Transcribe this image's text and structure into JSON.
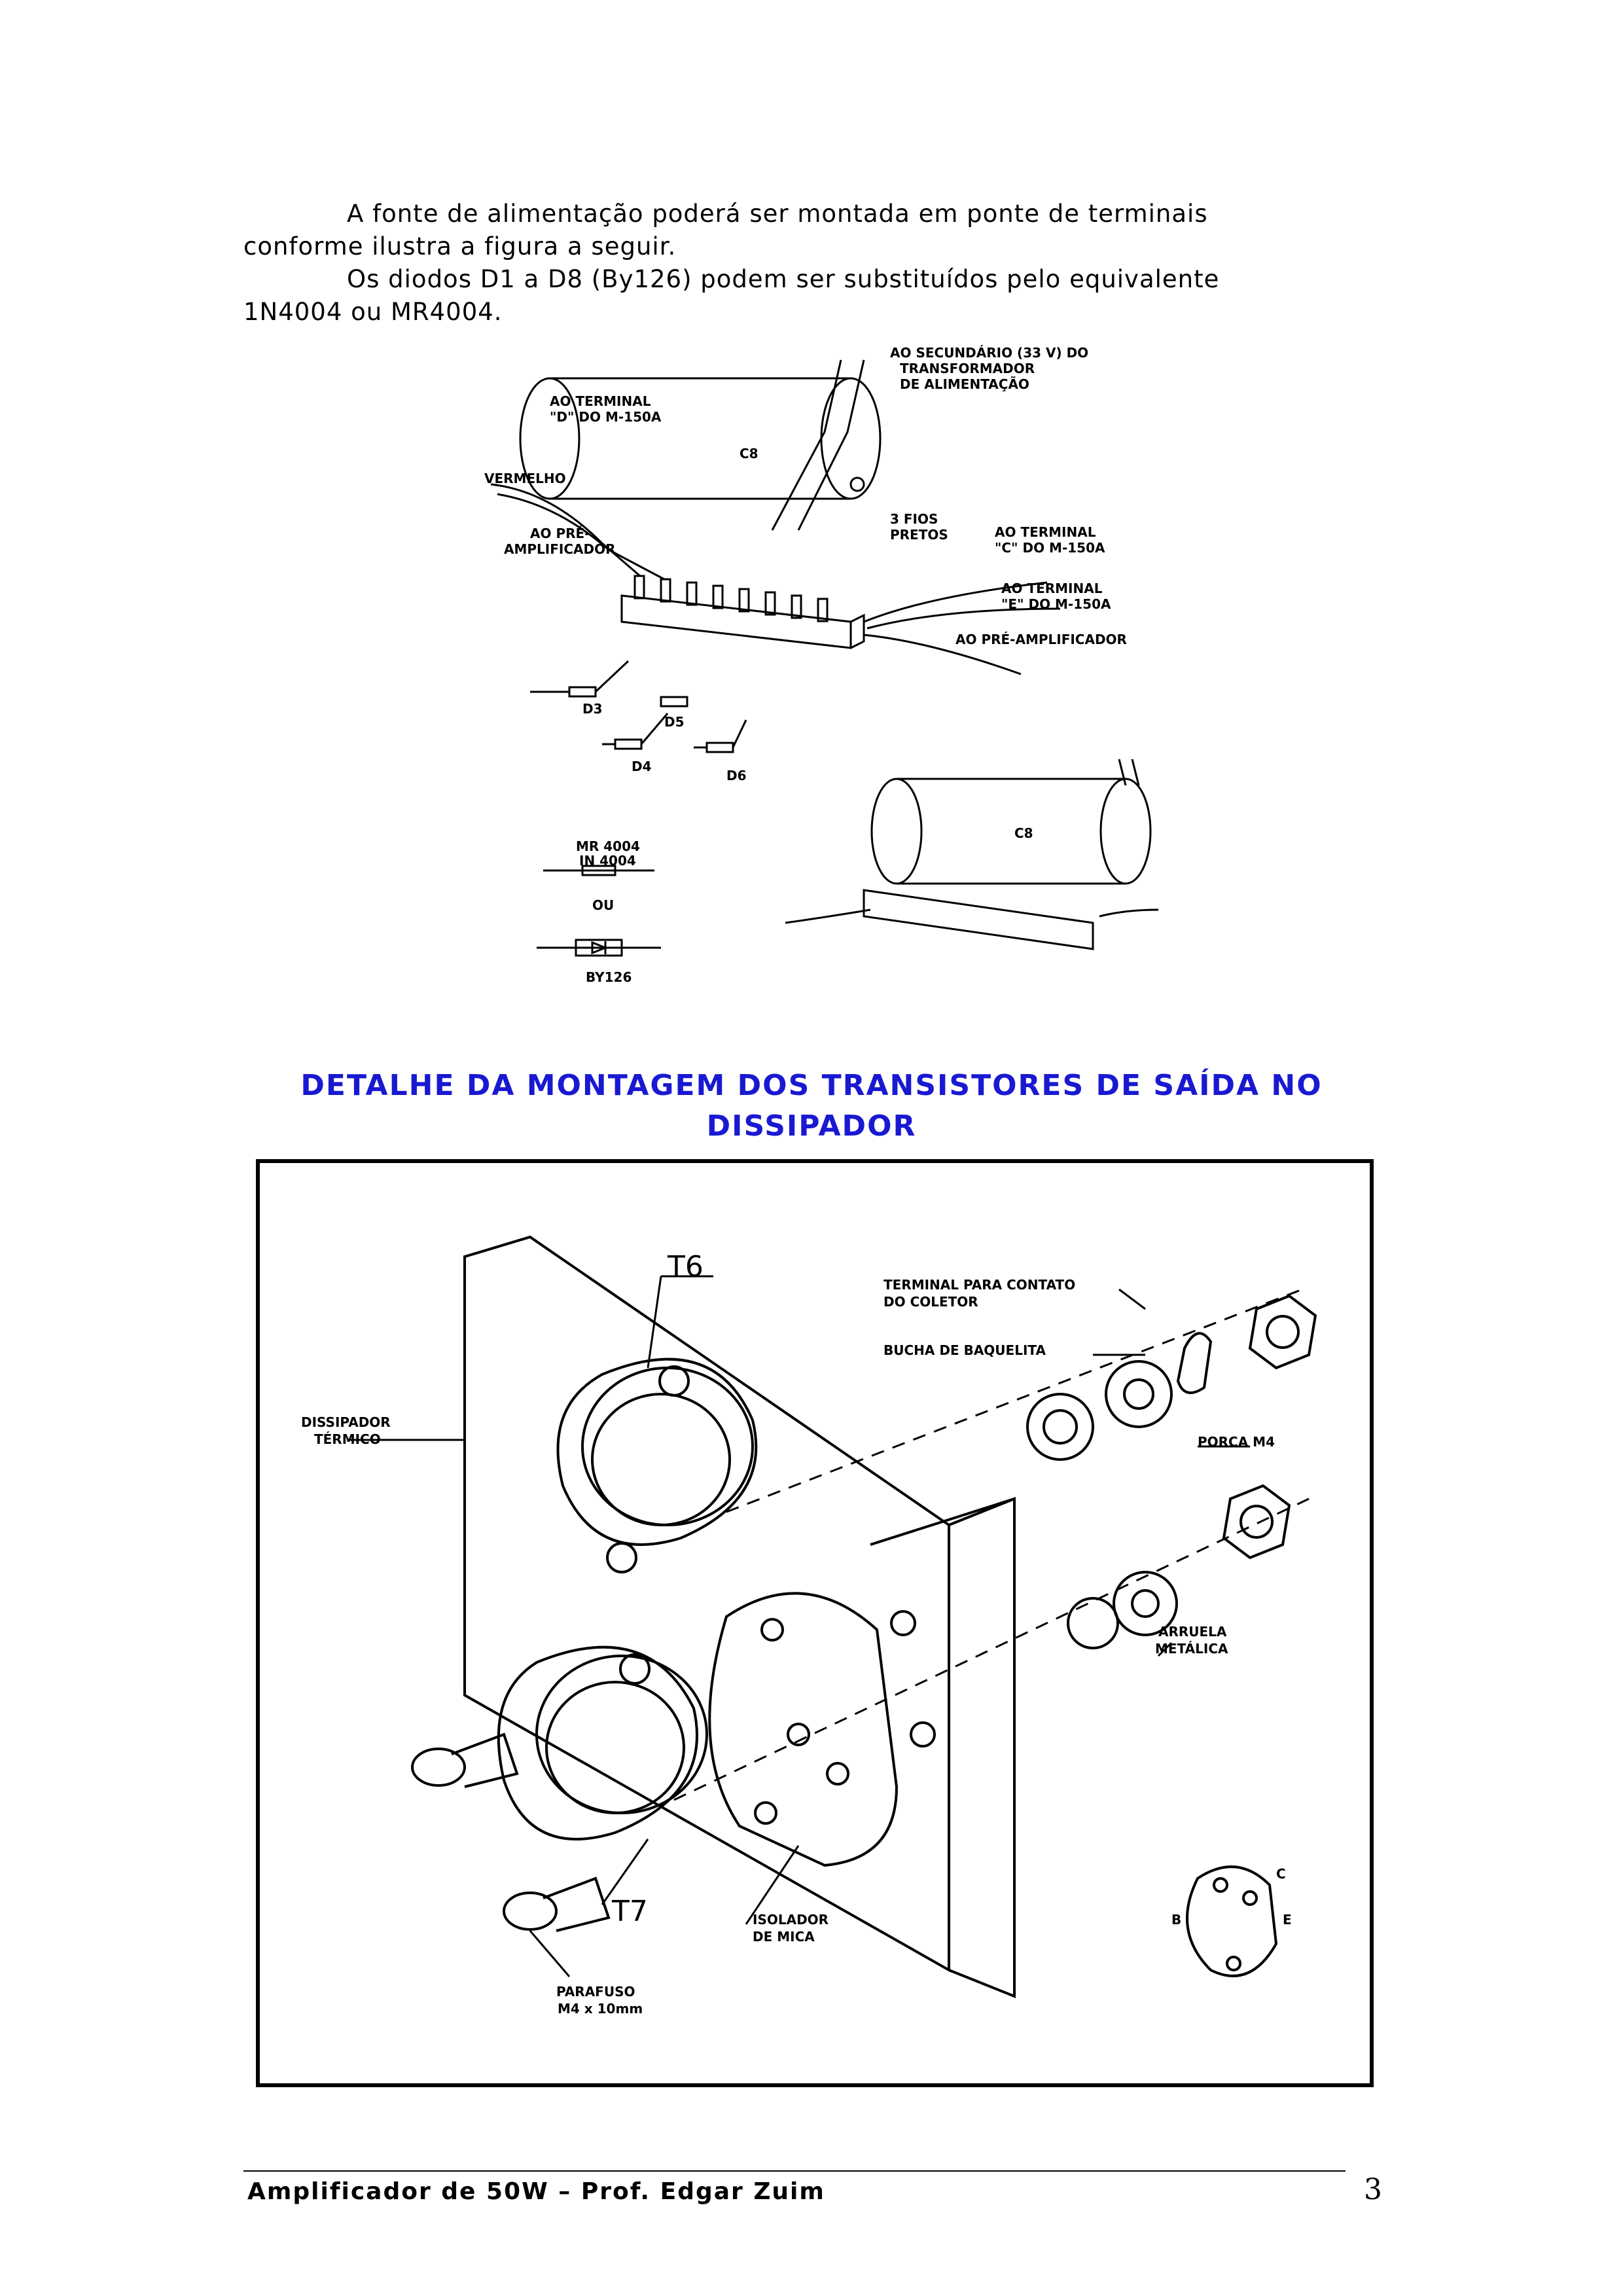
{
  "body": {
    "paragraph_1": "A fonte de alimentação poderá ser montada em ponte de terminais conforme ilustra a figura a seguir.",
    "paragraph_2": "Os diodos D1 a D8 (By126) podem ser substituídos pelo equivalente 1N4004 ou MR4004."
  },
  "figure_1": {
    "labels": {
      "secundario_1": "AO SECUNDÁRIO (33 V) DO",
      "secundario_2": "TRANSFORMADOR",
      "secundario_3": "DE ALIMENTAÇÃO",
      "terminal_d_1": "AO TERMINAL",
      "terminal_d_2": "\"D\" DO M-150A",
      "vermelho": "VERMELHO",
      "pre_amp_left_1": "AO PRÉ-",
      "pre_amp_left_2": "AMPLIFICADOR",
      "capacitor": "C8",
      "fios_1": "3 FIOS",
      "fios_2": "PRETOS",
      "terminal_c_1": "AO TERMINAL",
      "terminal_c_2": "\"C\" DO M-150A",
      "terminal_e_1": "AO TERMINAL",
      "terminal_e_2": "\"E\" DO M-150A",
      "pre_amp_right": "AO PRÉ-AMPLIFICADOR",
      "d3": "D3",
      "d4": "D4",
      "d5": "D5",
      "d6": "D6",
      "mr4004": "MR 4004",
      "in4004": "IN 4004",
      "ou": "OU",
      "by126": "BY126",
      "capacitor_2": "C8"
    }
  },
  "heading": "DETALHE DA MONTAGEM DOS TRANSISTORES DE SAÍDA NO DISSIPADOR",
  "figure_2": {
    "labels": {
      "t6": "T6",
      "t7": "T7",
      "terminal_1": "TERMINAL PARA CONTATO",
      "terminal_2": "DO COLETOR",
      "bucha": "BUCHA DE BAQUELITA",
      "dissipador_1": "DISSIPADOR",
      "dissipador_2": "TÉRMICO",
      "porca": "PORCA M4",
      "arruela_1": "ARRUELA",
      "arruela_2": "METÁLICA",
      "isolador_1": "ISOLADOR",
      "isolador_2": "DE MICA",
      "parafuso_1": "PARAFUSO",
      "parafuso_2": "M4 x 10mm",
      "pin_b": "B",
      "pin_c": "C",
      "pin_e": "E"
    }
  },
  "footer": {
    "title": "Amplificador de 50W – Prof. Edgar Zuim",
    "page_number": "3"
  }
}
